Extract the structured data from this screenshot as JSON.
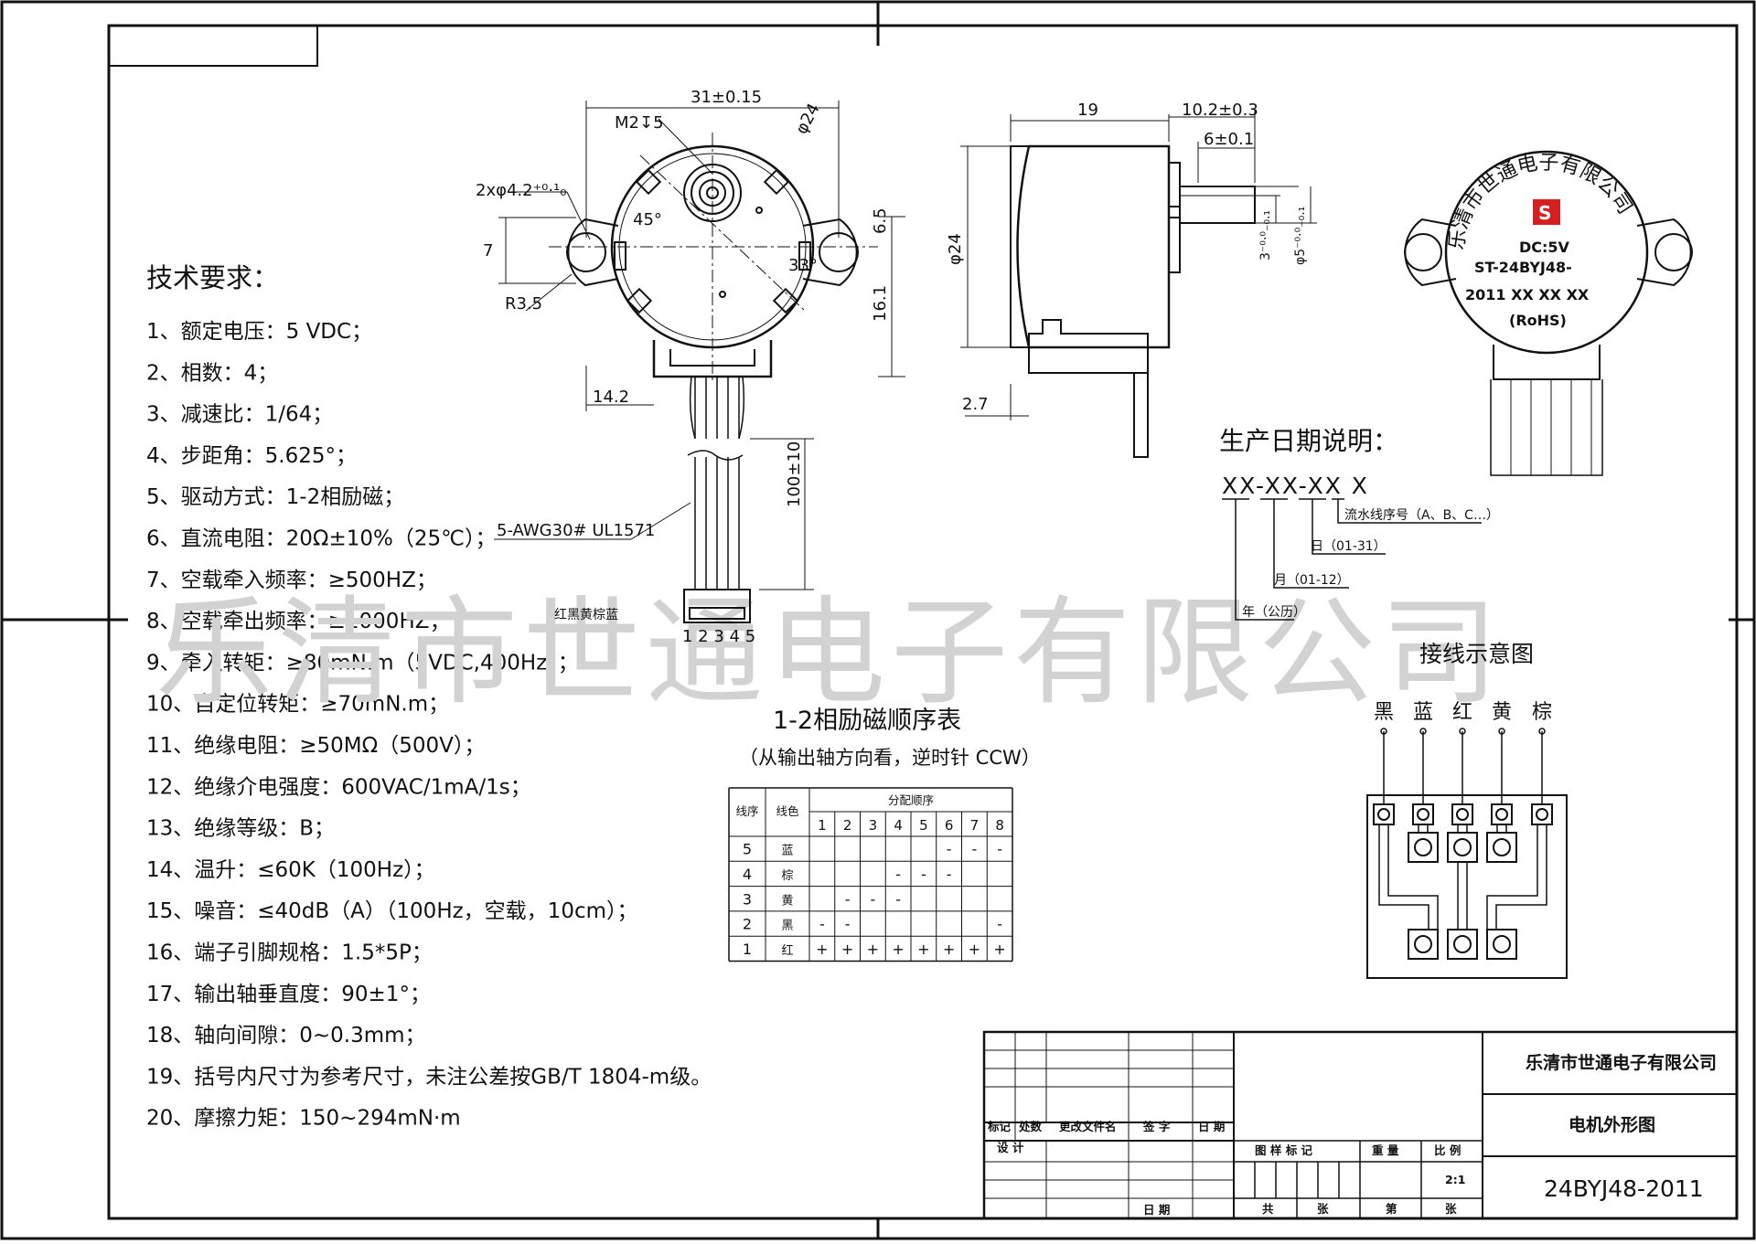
{
  "requirements": {
    "title": "技术要求：",
    "items": [
      "1、额定电压：5 VDC；",
      "2、相数：4；",
      "3、减速比：1/64；",
      "4、步距角：5.625°；",
      "5、驱动方式：1-2相励磁；",
      "6、直流电阻：20Ω±10%（25℃）；",
      "7、空载牵入频率：≥500HZ；",
      "8、空载牵出频率：≥1000HZ；",
      "9、牵入转矩：≥80mN.m（5VDC,400Hz）；",
      "10、自定位转矩：≥70mN.m；",
      "11、绝缘电阻：≥50MΩ（500V）；",
      "12、绝缘介电强度：600VAC/1mA/1s；",
      "13、绝缘等级：B；",
      "14、温升：≤60K（100Hz）；",
      "15、噪音：≤40dB（A）（100Hz，空载，10cm）；",
      "16、端子引脚规格：1.5*5P；",
      "17、输出轴垂直度：90±1°；",
      "18、轴向间隙：0~0.3mm；",
      "19、括号内尺寸为参考尺寸，未注公差按GB/T 1804-m级。",
      "20、摩擦力矩：150~294mN·m"
    ]
  },
  "front_view": {
    "dim_width": "31±0.15",
    "dim_thread": "M2↧5",
    "dim_phi": "φ24",
    "dim_holes": "2xφ4.2⁺⁰·¹₀",
    "dim_angle45": "45°",
    "dim_angle33": "33°",
    "dim_7": "7",
    "dim_r35": "R3.5",
    "dim_65": "6.5",
    "dim_161": "16.1",
    "dim_142": "14.2",
    "dim_lead": "100±10",
    "cable": "5-AWG30# UL1571",
    "wire_colors": "红黑黄棕蓝",
    "pin_numbers": "1 2 3 4 5"
  },
  "side_view": {
    "dim_19": "19",
    "dim_102": "10.2±0.3",
    "dim_6": "6±0.1",
    "dim_phi24": "φ24",
    "dim_shaft_flat": "3⁻⁰·⁰₋₀.₁",
    "dim_shaft_dia": "φ5⁻⁰·⁰₋₀.₁",
    "dim_27": "2.7"
  },
  "label_view": {
    "company_arc": "乐清市世通电子有限公司",
    "voltage": "DC:5V",
    "model": "ST-24BYJ48-",
    "date": "2011  XX XX XX",
    "rohs": "(RoHS)"
  },
  "date_explain": {
    "title": "生产日期说明：",
    "code": "XX-XX-XX X",
    "serial": "流水线序号（A、B、C…）",
    "day": "日（01-31）",
    "month": "月（01-12）",
    "year": "年（公历）"
  },
  "wiring": {
    "title": "接线示意图",
    "colors": [
      "黑",
      "蓝",
      "红",
      "黄",
      "棕"
    ]
  },
  "sequence_table": {
    "title": "1-2相励磁顺序表",
    "subtitle": "（从输出轴方向看，逆时针 CCW）",
    "col_line": "线序",
    "col_color": "线色",
    "col_dist": "分配顺序",
    "steps": [
      "1",
      "2",
      "3",
      "4",
      "5",
      "6",
      "7",
      "8"
    ],
    "rows": [
      {
        "line": "5",
        "color": "蓝",
        "cells": [
          "",
          "",
          "",
          "",
          "",
          "-",
          "-",
          "-"
        ]
      },
      {
        "line": "4",
        "color": "棕",
        "cells": [
          "",
          "",
          "",
          "-",
          "-",
          "-",
          "",
          ""
        ]
      },
      {
        "line": "3",
        "color": "黄",
        "cells": [
          "",
          "-",
          "-",
          "-",
          "",
          "",
          "",
          ""
        ]
      },
      {
        "line": "2",
        "color": "黑",
        "cells": [
          "-",
          "-",
          "",
          "",
          "",
          "",
          "",
          "-"
        ]
      },
      {
        "line": "1",
        "color": "红",
        "cells": [
          "+",
          "+",
          "+",
          "+",
          "+",
          "+",
          "+",
          "+"
        ]
      }
    ]
  },
  "watermark": "乐清市世通电子有限公司",
  "title_block": {
    "company": "乐清市世通电子有限公司",
    "drawing_name": "电机外形图",
    "drawing_no": "24BYJ48-2011",
    "label_mark": "标记",
    "label_count": "处数",
    "label_doc": "更改文件名",
    "label_sign": "签 字",
    "label_date": "日 期",
    "label_design": "设 计",
    "label_date2": "日 期",
    "label_pattern": "图 样 标 记",
    "label_weight": "重 量",
    "label_scale": "比 例",
    "scale": "2:1",
    "label_total": "共",
    "label_sheet1": "张",
    "label_no": "第",
    "label_sheet2": "张"
  }
}
